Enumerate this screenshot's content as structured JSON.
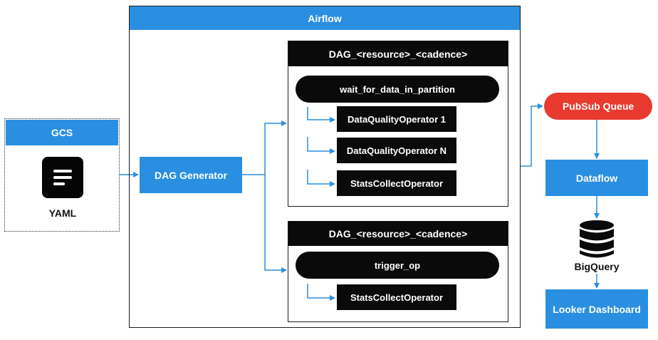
{
  "gcs": {
    "title": "GCS",
    "file_icon": "document-icon",
    "file_label": "YAML"
  },
  "airflow": {
    "title": "Airflow",
    "dag_generator": "DAG Generator",
    "dags": [
      {
        "title": "DAG_<resource>_<cadence>",
        "trigger_task": "wait_for_data_in_partition",
        "tasks": [
          "DataQualityOperator 1",
          "DataQualityOperator N",
          "StatsCollectOperator"
        ]
      },
      {
        "title": "DAG_<resource>_<cadence>",
        "trigger_task": "trigger_op",
        "tasks": [
          "StatsCollectOperator"
        ]
      }
    ]
  },
  "pipeline": {
    "pubsub": "PubSub Queue",
    "dataflow": "Dataflow",
    "bigquery_icon": "database-icon",
    "bigquery": "BigQuery",
    "looker": "Looker Dashboard"
  },
  "colors": {
    "blue": "#2a8fe0",
    "red": "#e83a2e",
    "black": "#0a0a0a"
  }
}
